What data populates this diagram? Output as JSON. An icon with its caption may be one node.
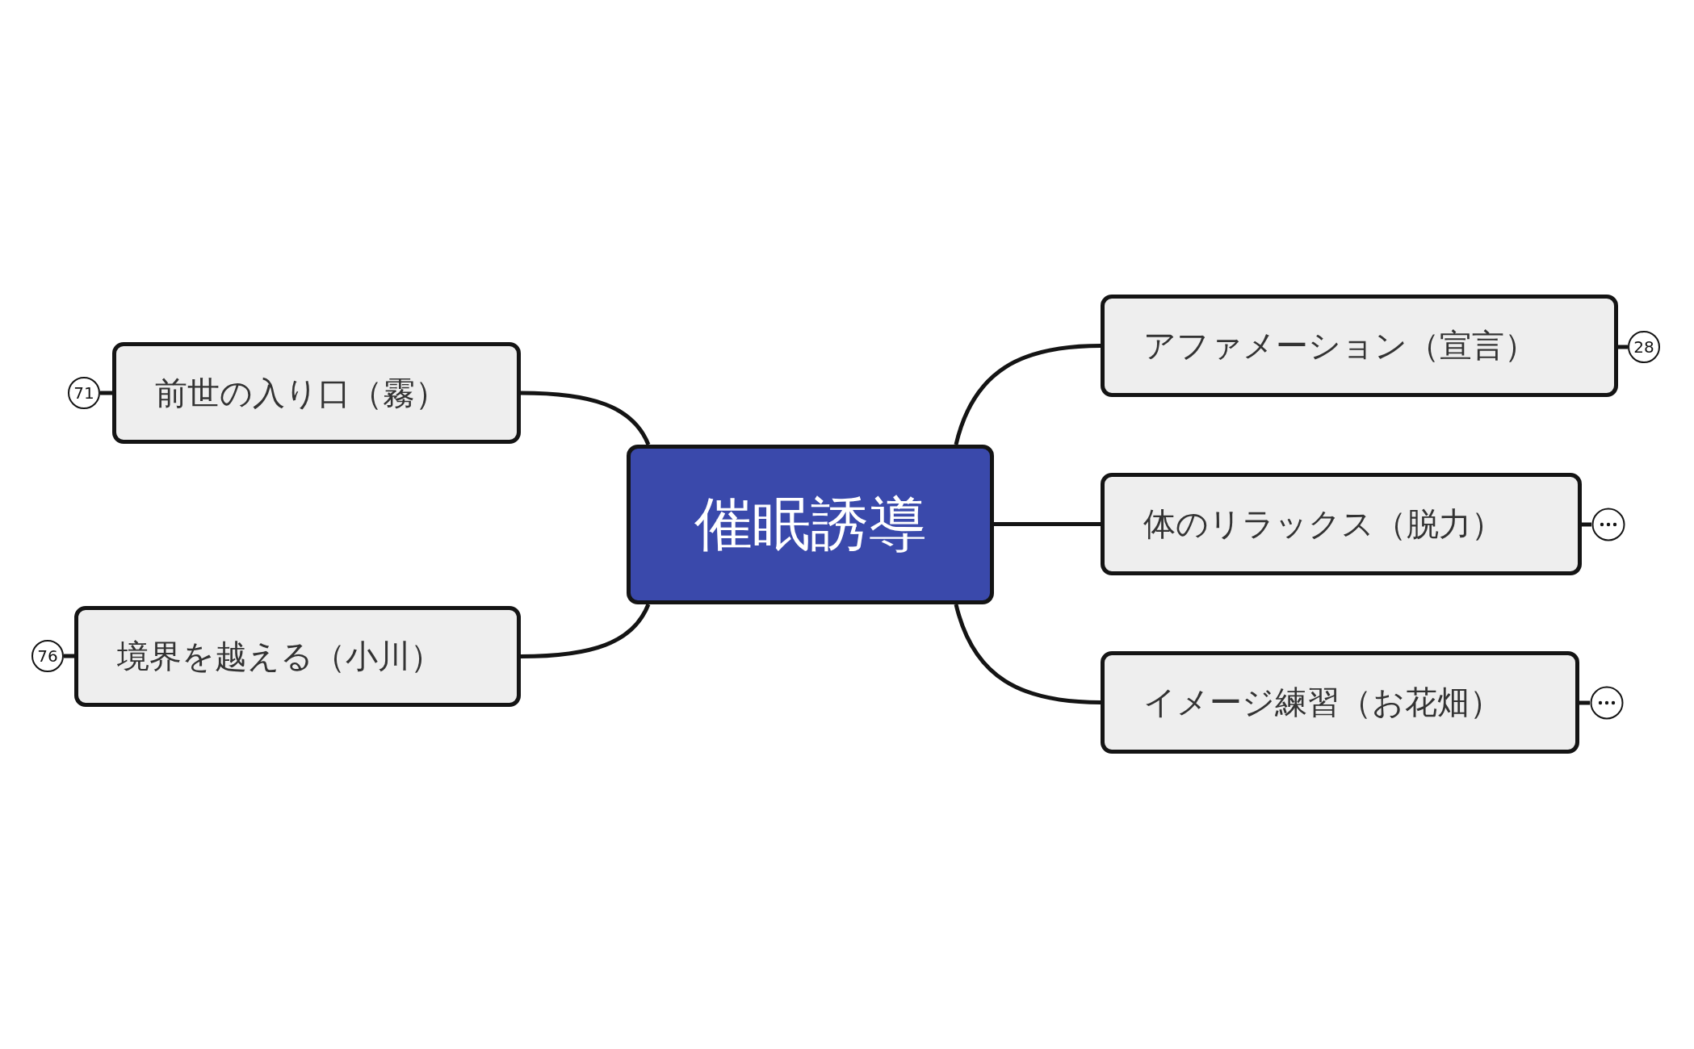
{
  "diagram": {
    "nodes": [
      {
        "text": [
          "催眠誘導"
        ]
      },
      {
        "text": [
          "前世の入り口（霧）"
        ]
      },
      {
        "text": [
          "境界を越える（小川）"
        ]
      },
      {
        "text": [
          "アファメーション（宣言）"
        ]
      },
      {
        "text": [
          "体のリラックス（脱力）"
        ]
      },
      {
        "text": [
          "イメージ練習（お花畑）"
        ]
      },
      {
        "text": [
          "71"
        ]
      },
      {
        "text": [
          "76"
        ]
      },
      {
        "text": [
          "28"
        ]
      },
      {
        "text": [],
        "shape": "circle"
      },
      {
        "text": [],
        "shape": "circle"
      }
    ],
    "edges": [
      {
        "from": 0,
        "to": 1,
        "arrow": "none"
      },
      {
        "from": 0,
        "to": 2,
        "arrow": "none"
      },
      {
        "from": 0,
        "to": 3,
        "arrow": "none"
      },
      {
        "from": 0,
        "to": 4,
        "arrow": "none"
      },
      {
        "from": 0,
        "to": 5,
        "arrow": "none"
      },
      {
        "from": 1,
        "to": 6,
        "arrow": "none"
      },
      {
        "from": 2,
        "to": 7,
        "arrow": "none"
      },
      {
        "from": 3,
        "to": 8,
        "arrow": "none"
      },
      {
        "from": 4,
        "to": 9,
        "arrow": "none"
      },
      {
        "from": 5,
        "to": 10,
        "arrow": "none"
      }
    ]
  }
}
